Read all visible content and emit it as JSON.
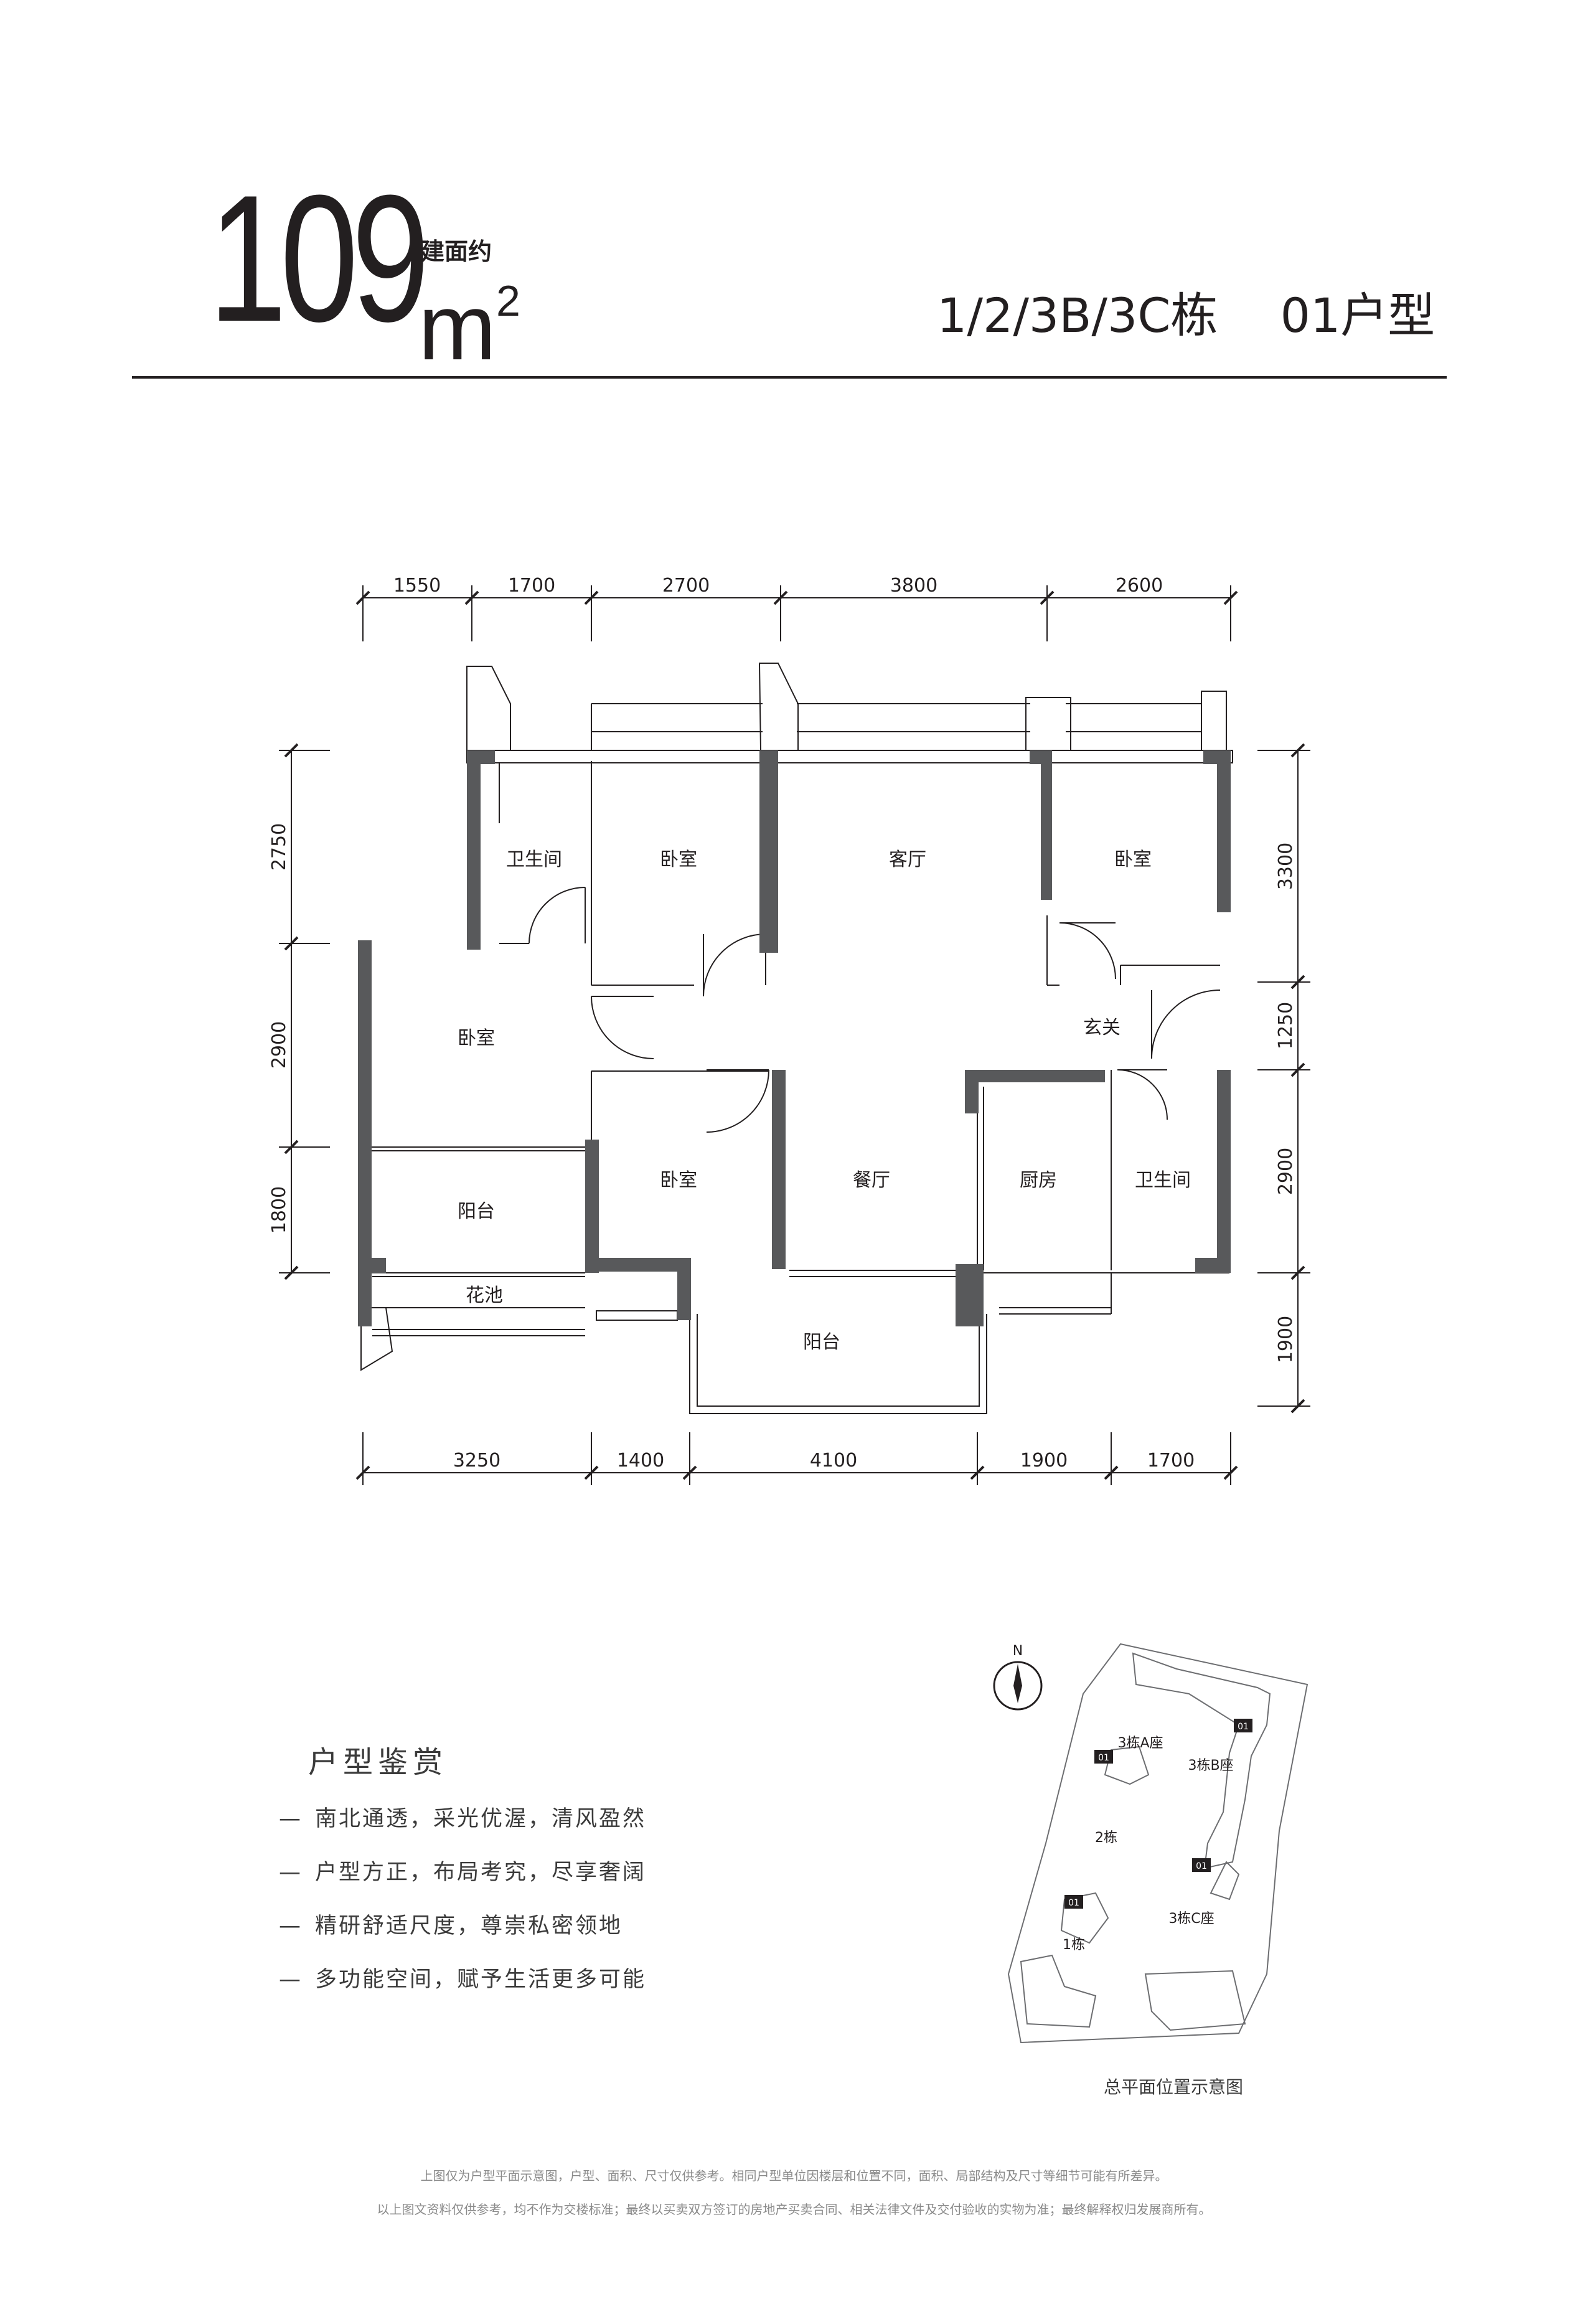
{
  "header": {
    "area_number": "109",
    "area_label": "建面约",
    "area_unit": "m",
    "area_unit_sup": "2",
    "unit_type": "1/2/3B/3C栋　 01户型"
  },
  "dimensions": {
    "top": [
      "1550",
      "1700",
      "2700",
      "3800",
      "2600"
    ],
    "bottom": [
      "3250",
      "1400",
      "4100",
      "1900",
      "1700"
    ],
    "left": [
      "2750",
      "2900",
      "1800"
    ],
    "right": [
      "3300",
      "1250",
      "2900",
      "1900"
    ]
  },
  "rooms": {
    "bathroom_1": "卫生间",
    "bedroom_1": "卧室",
    "living_room": "客厅",
    "bedroom_2": "卧室",
    "bedroom_3": "卧室",
    "foyer": "玄关",
    "bedroom_4": "卧室",
    "dining_room": "餐厅",
    "kitchen": "厨房",
    "bathroom_2": "卫生间",
    "balcony_1": "阳台",
    "planter": "花池",
    "balcony_2": "阳台"
  },
  "review": {
    "title": "户型鉴赏",
    "dash": "—",
    "features": [
      "南北通透，采光优渥，清风盈然",
      "户型方正，布局考究，尽享奢阔",
      "精研舒适尺度，尊崇私密领地",
      "多功能空间，赋予生活更多可能"
    ]
  },
  "site_plan": {
    "north": "N",
    "buildings": [
      "3栋A座",
      "3栋B座",
      "2栋",
      "3栋C座",
      "1栋"
    ],
    "unit_marker": "01",
    "caption": "总平面位置示意图"
  },
  "disclaimer": {
    "line1": "上图仅为户型平面示意图，户型、面积、尺寸仅供参考。相同户型单位因楼层和位置不同，面积、局部结构及尺寸等细节可能有所差异。",
    "line2": "以上图文资料仅供参考，均不作为交楼标准；最终以买卖双方签订的房地产买卖合同、相关法律文件及交付验收的实物为准；最终解释权归发展商所有。"
  },
  "colors": {
    "wall": "#58595b",
    "line": "#231f20",
    "text": "#231f20"
  }
}
